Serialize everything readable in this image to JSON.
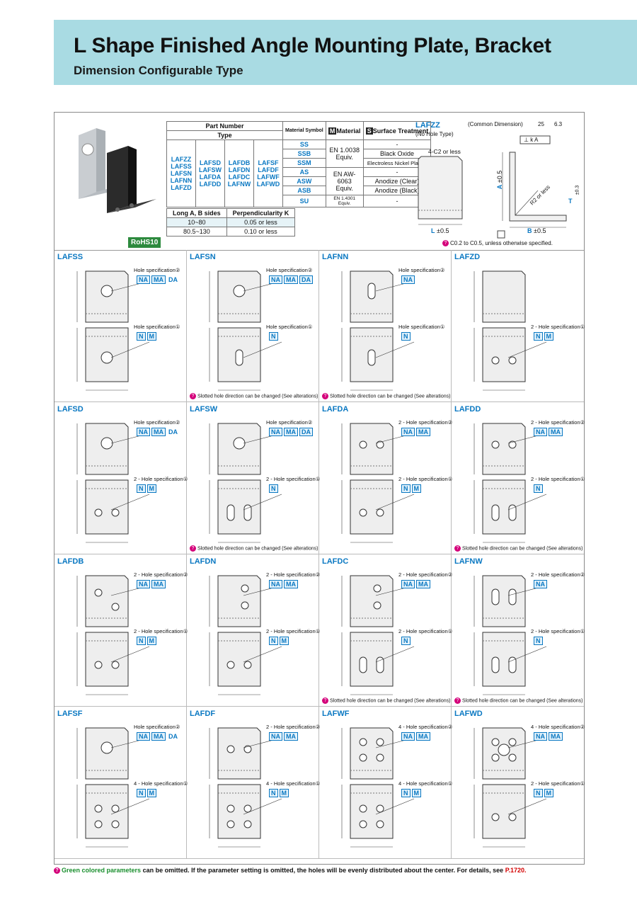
{
  "header": {
    "title": "L Shape Finished Angle   Mounting Plate, Bracket",
    "subtitle": "Dimension Configurable Type"
  },
  "rohs": "RoHS10",
  "part_table": {
    "part_number_label": "Part Number",
    "type_label": "Type",
    "material_symbol_label": "Material Symbol",
    "material_label": "Material",
    "material_mark": "M",
    "surface_label": "Surface Treatment",
    "surface_mark": "S",
    "type_col1": "LAFZZ LAFSS LAFSN LAFNN LAFZD",
    "type_col2": "LAFSD LAFSW LAFDA LAFDD",
    "type_col3": "LAFDB LAFDN LAFDC LAFNW",
    "type_col4": "LAFSF LAFDF LAFWF LAFWD",
    "rows": [
      {
        "sym": "SS",
        "mat": "EN 1.0038 Equiv.",
        "sur": "-"
      },
      {
        "sym": "SSB",
        "mat": "",
        "sur": "Black Oxide"
      },
      {
        "sym": "SSM",
        "mat": "",
        "sur": "Electroless Nickel Plating"
      },
      {
        "sym": "AS",
        "mat": "EN AW-6063 Equiv.",
        "sur": "-"
      },
      {
        "sym": "ASW",
        "mat": "",
        "sur": "Anodize (Clear)"
      },
      {
        "sym": "ASB",
        "mat": "",
        "sur": "Anodize (Black)"
      },
      {
        "sym": "SU",
        "mat": "EN 1.4301 Equiv.",
        "sur": "-"
      }
    ]
  },
  "ab_table": {
    "h1": "Long A, B sides",
    "h2": "Perpendicularity K",
    "rows": [
      {
        "a": "10~80",
        "b": "0.05 or less"
      },
      {
        "a": "80.5~130",
        "b": "0.10 or less"
      }
    ]
  },
  "lafzz": {
    "name": "LAFZZ",
    "sub": "(No Hole Type)",
    "common": "(Common Dimension)",
    "chamfer": "4-C2 or less",
    "r2": "R2 or less",
    "tol": "±0.5",
    "t_tol": "±0.3",
    "comment": "C0.2 to C0.5, unless otherwise specified.",
    "roughness": "25",
    "roughness2": "6.3",
    "perp": "⊥ k A"
  },
  "labels": {
    "hs1": "Hole specification①",
    "hs2": "Hole specification②",
    "hs1_2": "2 - Hole specification①",
    "hs2_2": "2 - Hole specification②",
    "hs1_4": "4 - Hole specification①",
    "hs2_4": "4 - Hole specification②",
    "slot_note": "Slotted hole direction can be changed (See alterations)"
  },
  "cells": [
    {
      "name": "LAFSS"
    },
    {
      "name": "LAFSN"
    },
    {
      "name": "LAFNN"
    },
    {
      "name": "LAFZD"
    },
    {
      "name": "LAFSD"
    },
    {
      "name": "LAFSW"
    },
    {
      "name": "LAFDA"
    },
    {
      "name": "LAFDD"
    },
    {
      "name": "LAFDB"
    },
    {
      "name": "LAFDN"
    },
    {
      "name": "LAFDC"
    },
    {
      "name": "LAFNW"
    },
    {
      "name": "LAFSF"
    },
    {
      "name": "LAFDF"
    },
    {
      "name": "LAFWF"
    },
    {
      "name": "LAFWD"
    }
  ],
  "codes": {
    "NA": "NA",
    "MA": "MA",
    "DA": "DA",
    "N": "N",
    "M": "M"
  },
  "footer": {
    "green": "Green colored parameters",
    "rest": " can be omitted. If the parameter setting is omitted, the holes will be evenly distributed about the center. For details, see ",
    "ref": "P.1720."
  }
}
